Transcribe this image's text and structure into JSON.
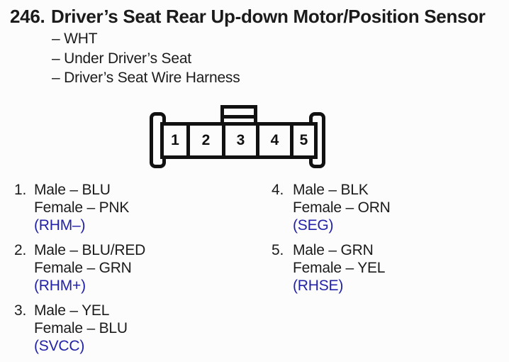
{
  "page": {
    "title_number": "246.",
    "title": "Driver’s Seat Rear Up-down Motor/Position Sensor",
    "details": [
      "– WHT",
      "– Under Driver’s Seat",
      "– Driver’s Seat Wire Harness"
    ]
  },
  "connector": {
    "pins": [
      "1",
      "2",
      "3",
      "4",
      "5"
    ]
  },
  "pins": {
    "left": [
      {
        "num": "1.",
        "male": "Male – BLU",
        "female": "Female – PNK",
        "code": "(RHM–)"
      },
      {
        "num": "2.",
        "male": "Male – BLU/RED",
        "female": "Female – GRN",
        "code": "(RHM+)"
      },
      {
        "num": "3.",
        "male": "Male – YEL",
        "female": "Female – BLU",
        "code": "(SVCC)"
      }
    ],
    "right": [
      {
        "num": "4.",
        "male": "Male – BLK",
        "female": "Female – ORN",
        "code": "(SEG)"
      },
      {
        "num": "5.",
        "male": "Male – GRN",
        "female": "Female – YEL",
        "code": "(RHSE)"
      }
    ]
  },
  "colors": {
    "text": "#1b1b1b",
    "line": "#111111",
    "code_blue": "#2222a8",
    "background": "#fcfcfc"
  }
}
